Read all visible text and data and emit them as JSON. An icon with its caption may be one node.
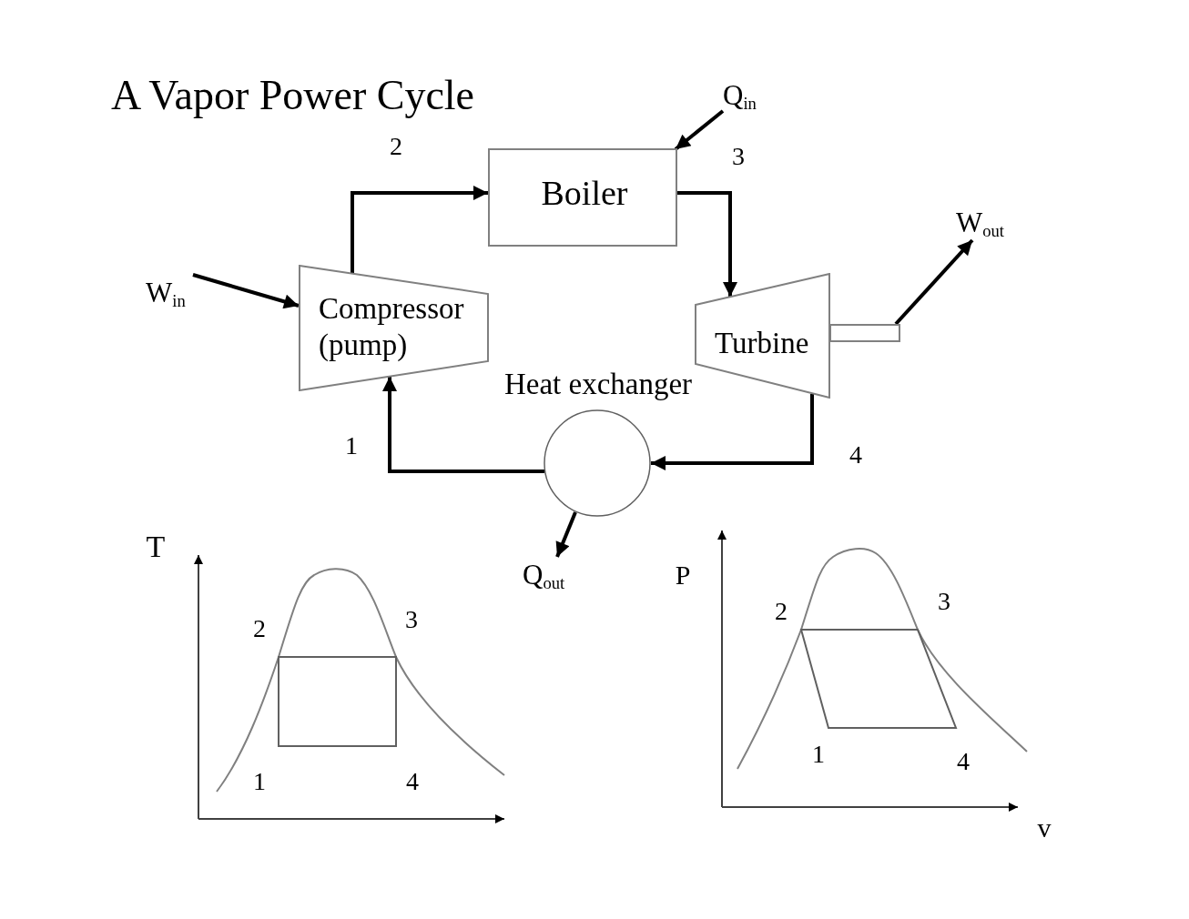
{
  "diagram": {
    "title": "A Vapor Power Cycle",
    "nodes": [
      {
        "text": [
          "Q$_{in}$"
        ]
      },
      {
        "text": [
          "Boiler"
        ]
      },
      {
        "text": [
          "W$_{out}$"
        ]
      },
      {
        "text": [
          "W$_{in}$"
        ]
      },
      {
        "text": [
          "Compressor (pump)"
        ]
      },
      {
        "text": [
          "Turbine"
        ]
      },
      {
        "text": [],
        "shape": "box"
      },
      {
        "text": [
          "Heat exchanger"
        ]
      },
      {
        "text": [
          "Q$_{out}$"
        ]
      }
    ],
    "edges": [
      {
        "from": 4,
        "to": 1,
        "arrow": "to"
      },
      {
        "from": 1,
        "to": 5,
        "arrow": "to"
      },
      {
        "from": 5,
        "to": 7,
        "arrow": "to"
      },
      {
        "from": 7,
        "to": 4,
        "arrow": "to"
      },
      {
        "from": 3,
        "to": 4,
        "arrow": "to"
      },
      {
        "from": 0,
        "to": 1,
        "arrow": "to"
      },
      {
        "from": 7,
        "to": 8,
        "arrow": "to"
      },
      {
        "from": 6,
        "to": 2,
        "arrow": "to"
      }
    ],
    "labels": [
      "2",
      "3",
      "1",
      "4",
      "T",
      "2",
      "3",
      "1",
      "4",
      "P",
      "2",
      "3",
      "1",
      "4",
      "v"
    ]
  }
}
